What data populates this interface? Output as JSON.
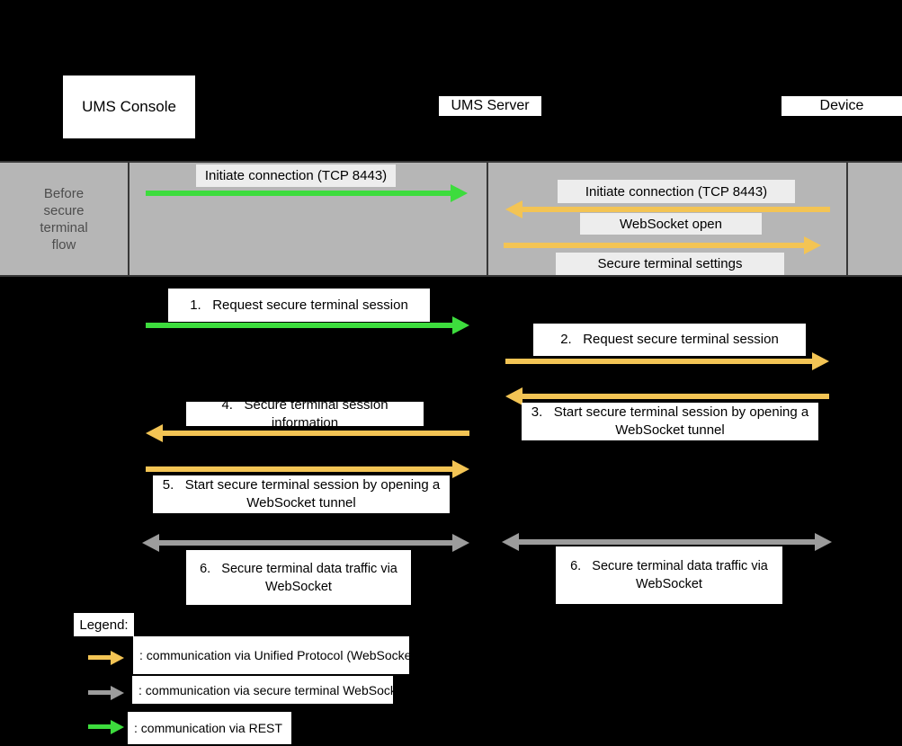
{
  "colors": {
    "background": "#000000",
    "box_bg": "#ffffff",
    "text": "#000000",
    "band_bg": "#b6b6b6",
    "band_border": "#383838",
    "band_label_text": "#4d4d4d",
    "chip_bg": "#ededed",
    "orange": "#f3c454",
    "green": "#3ddc3d",
    "gray": "#9c9c9c"
  },
  "actors": {
    "console": "UMS Console",
    "server": "UMS Server",
    "device": "Device"
  },
  "band": {
    "label": "Before secure terminal flow",
    "msg_initiate_console_server": "Initiate connection (TCP 8443)",
    "msg_initiate_device_server": "Initiate connection (TCP 8443)",
    "msg_websocket_open": "WebSocket open",
    "msg_secure_terminal_settings": "Secure terminal settings"
  },
  "steps": {
    "s1": "1.   Request secure terminal session",
    "s2": "2.   Request secure terminal session",
    "s3": "3.   Start secure terminal session by opening a WebSocket tunnel",
    "s4": "4.   Secure terminal session information",
    "s5": "5.   Start secure terminal session by opening a WebSocket tunnel",
    "s6_left": "6.   Secure terminal data traffic via WebSocket",
    "s6_right": "6.   Secure terminal data traffic via WebSocket"
  },
  "legend": {
    "title": "Legend:",
    "unified_protocol": ": communication via Unified Protocol (WebSocket)",
    "secure_terminal_ws": ": communication via secure terminal WebSocket",
    "rest": ": communication via REST"
  }
}
